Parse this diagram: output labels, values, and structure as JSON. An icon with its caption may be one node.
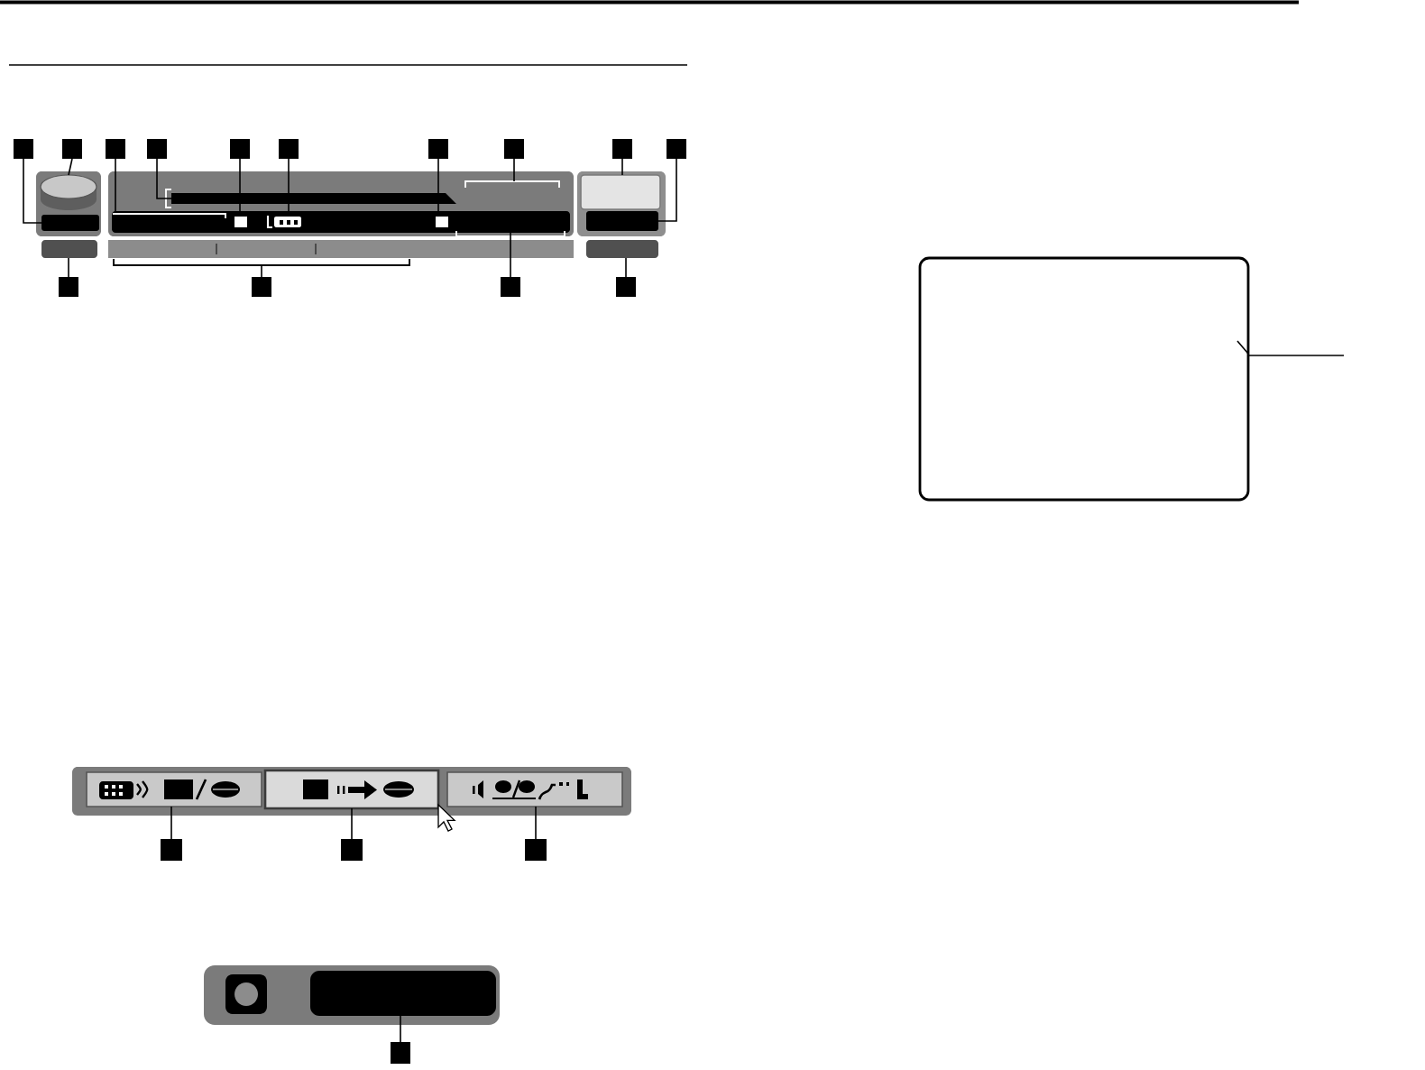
{
  "diagram": {
    "nodes": [
      {
        "text": [],
        "shape": "box"
      },
      {
        "text": [],
        "shape": "box"
      },
      {
        "text": [],
        "shape": "box"
      },
      {
        "text": [],
        "shape": "box"
      },
      {
        "text": [],
        "shape": "box"
      },
      {
        "text": [],
        "shape": "box"
      },
      {
        "text": [],
        "shape": "box"
      },
      {
        "text": [],
        "shape": "box"
      },
      {
        "text": [],
        "shape": "box"
      },
      {
        "text": [],
        "shape": "box"
      },
      {
        "text": [],
        "shape": "bar"
      },
      {
        "text": [],
        "shape": "cylinder"
      },
      {
        "text": [],
        "shape": "box"
      },
      {
        "text": [],
        "shape": "bar",
        "in": 12
      },
      {
        "text": [],
        "shape": "bar",
        "in": 12
      },
      {
        "text": [],
        "shape": "box",
        "in": 14
      },
      {
        "text": [],
        "shape": "picture",
        "in": 14
      },
      {
        "text": [],
        "shape": "box",
        "in": 14
      },
      {
        "text": [],
        "shape": "box"
      },
      {
        "text": [],
        "shape": "bar"
      },
      {
        "text": [],
        "shape": "box"
      },
      {
        "text": [],
        "shape": "box"
      },
      {
        "text": [],
        "shape": "box"
      },
      {
        "text": [],
        "shape": "box"
      },
      {
        "text": [],
        "shape": "box"
      },
      {
        "text": [],
        "shape": "box"
      },
      {
        "text": [],
        "shape": "box"
      },
      {
        "text": [],
        "shape": "box"
      },
      {
        "text": [],
        "shape": "box"
      },
      {
        "text": [],
        "shape": "box"
      },
      {
        "text": [],
        "shape": "box"
      },
      {
        "text": [],
        "shape": "box"
      },
      {
        "text": [],
        "shape": "box"
      },
      {
        "text": [],
        "shape": "bar"
      },
      {
        "text": [],
        "shape": "box"
      }
    ],
    "edges": [
      {
        "from": 0,
        "to": 10,
        "arrow": "none"
      },
      {
        "from": 1,
        "to": 11,
        "arrow": "none"
      },
      {
        "from": 2,
        "to": 14,
        "arrow": "none"
      },
      {
        "from": 3,
        "to": 13,
        "arrow": "none"
      },
      {
        "from": 4,
        "to": 15,
        "arrow": "none"
      },
      {
        "from": 5,
        "to": 16,
        "arrow": "none"
      },
      {
        "from": 6,
        "to": 17,
        "arrow": "none"
      },
      {
        "from": 7,
        "to": 12,
        "arrow": "none"
      },
      {
        "from": 8,
        "to": 18,
        "arrow": "none"
      },
      {
        "from": 9,
        "to": 19,
        "arrow": "none"
      },
      {
        "from": 22,
        "to": 20,
        "arrow": "none"
      },
      {
        "from": 23,
        "to": null,
        "arrow": "none"
      },
      {
        "from": 24,
        "to": 14,
        "arrow": "none"
      },
      {
        "from": 25,
        "to": 21,
        "arrow": "none"
      },
      {
        "from": null,
        "to": 26,
        "arrow": "none"
      },
      {
        "from": 30,
        "to": 27,
        "arrow": "none"
      },
      {
        "from": 31,
        "to": 28,
        "arrow": "none"
      },
      {
        "from": 32,
        "to": 29,
        "arrow": "none"
      },
      {
        "from": 34,
        "to": 33,
        "arrow": "none"
      }
    ]
  }
}
